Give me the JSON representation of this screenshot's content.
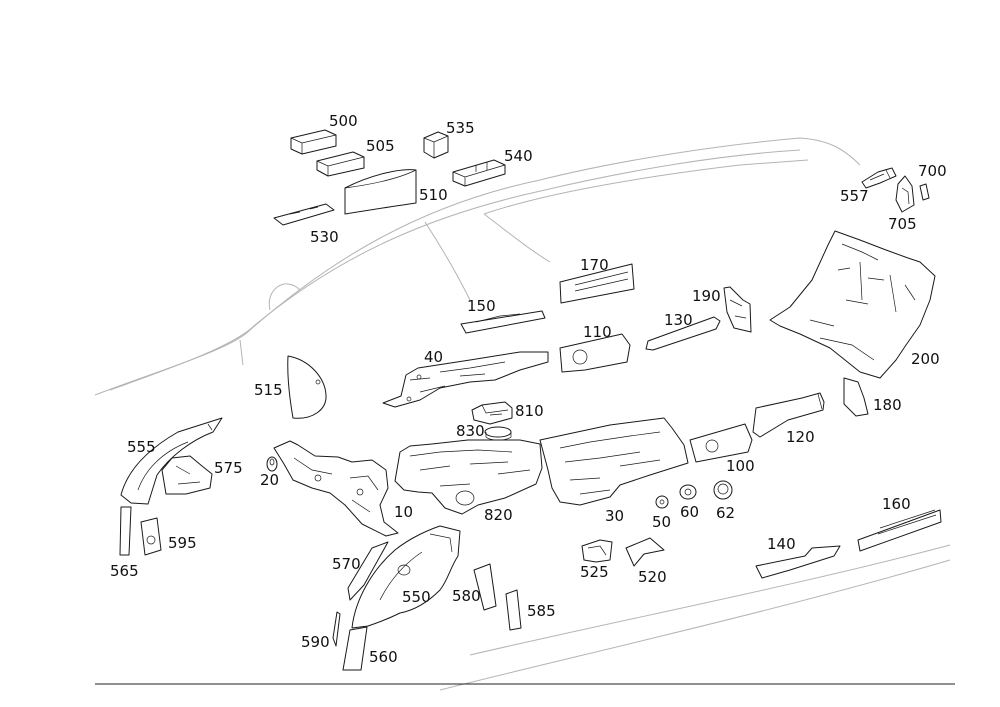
{
  "labels": {
    "p500": "500",
    "p505": "505",
    "p510": "510",
    "p530": "530",
    "p535": "535",
    "p540": "540",
    "p557": "557",
    "p700": "700",
    "p705": "705",
    "p170": "170",
    "p150": "150",
    "p190": "190",
    "p130": "130",
    "p110": "110",
    "p40": "40",
    "p200": "200",
    "p515": "515",
    "p810": "810",
    "p830": "830",
    "p180": "180",
    "p120": "120",
    "p555": "555",
    "p575": "575",
    "p20": "20",
    "p100": "100",
    "p10": "10",
    "p820": "820",
    "p30": "30",
    "p50": "50",
    "p60": "60",
    "p62": "62",
    "p595": "595",
    "p565": "565",
    "p160": "160",
    "p570": "570",
    "p140": "140",
    "p550": "550",
    "p525": "525",
    "p520": "520",
    "p580": "580",
    "p585": "585",
    "p590": "590",
    "p560": "560"
  },
  "colors": {
    "part_stroke": "#1a1a1a",
    "car_outline": "#b4b4b4",
    "background": "#ffffff"
  }
}
